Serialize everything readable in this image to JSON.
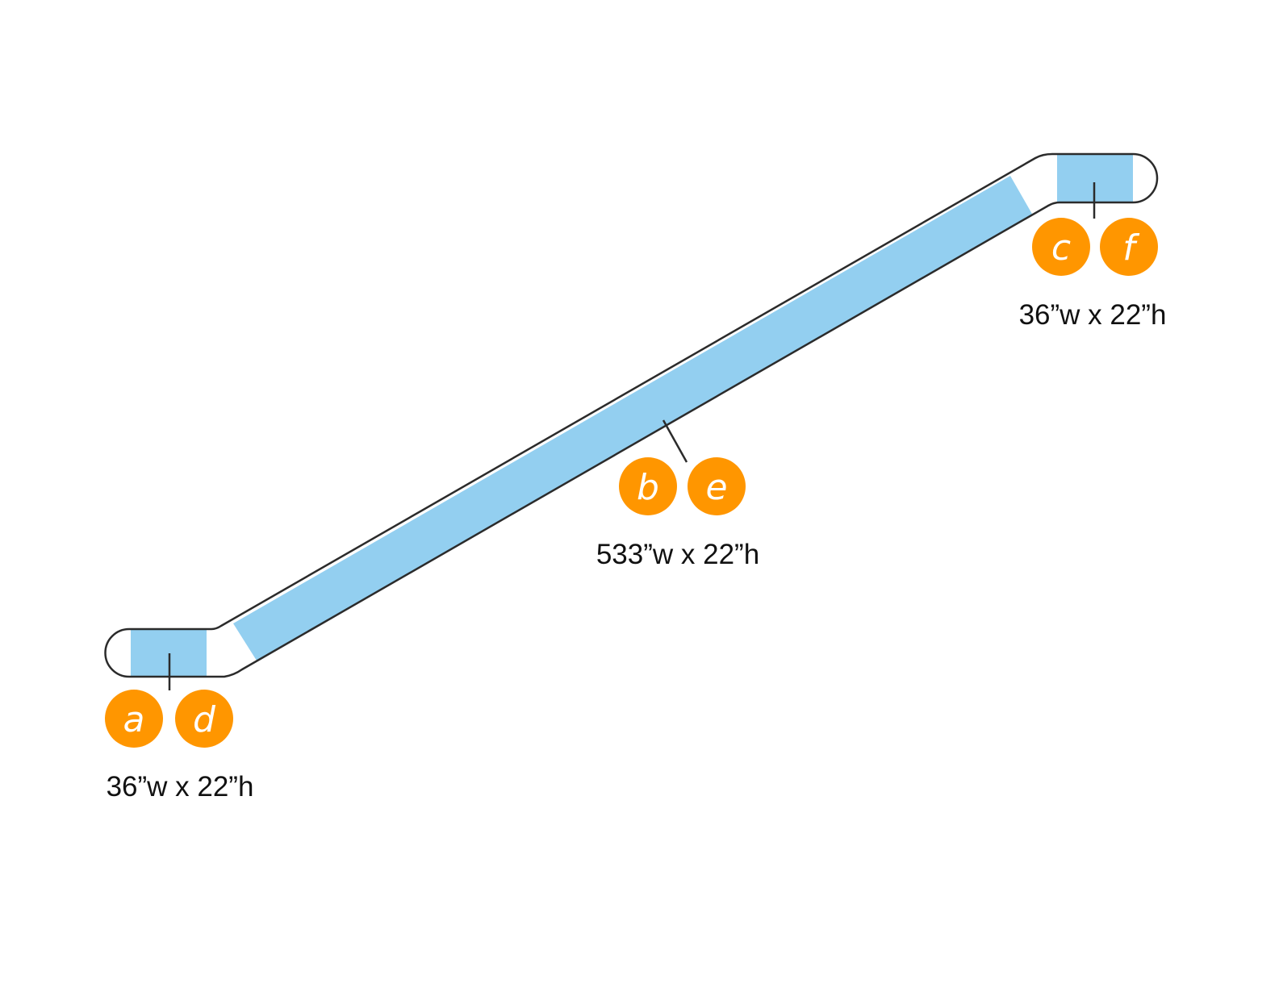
{
  "colors": {
    "panel_fill": "#93cff0",
    "outline": "#2b2b2b",
    "badge": "#ff9600",
    "badge_text": "#ffffff",
    "label_text": "#111111"
  },
  "sections": {
    "lower": {
      "badges": [
        "a",
        "d"
      ],
      "dimension": "36”w x 22”h"
    },
    "middle": {
      "badges": [
        "b",
        "e"
      ],
      "dimension": "533”w x 22”h"
    },
    "upper": {
      "badges": [
        "c",
        "f"
      ],
      "dimension": "36”w x 22”h"
    }
  }
}
